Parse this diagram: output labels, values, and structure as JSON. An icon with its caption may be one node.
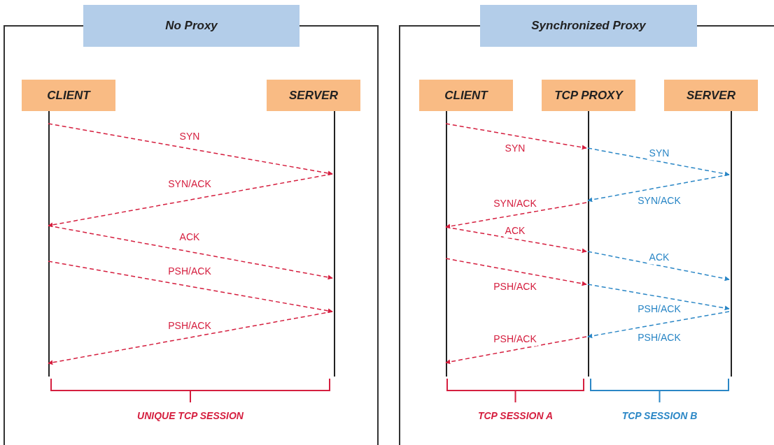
{
  "diagram": {
    "nodes": [
      {
        "text": [
          "No Proxy"
        ]
      },
      {
        "text": [
          "CLIENT"
        ],
        "in": 0
      },
      {
        "text": [
          "SERVER"
        ],
        "in": 0
      },
      {
        "text": [],
        "shape": "bar",
        "in": 0
      },
      {
        "text": [],
        "shape": "bar",
        "in": 0
      },
      {
        "text": [
          "Synchronized Proxy"
        ]
      },
      {
        "text": [
          "CLIENT"
        ],
        "in": 5
      },
      {
        "text": [
          "TCP PROXY"
        ],
        "in": 5
      },
      {
        "text": [
          "SERVER"
        ],
        "in": 5
      },
      {
        "text": [],
        "shape": "bar",
        "in": 5
      },
      {
        "text": [],
        "shape": "bar",
        "in": 5
      },
      {
        "text": [],
        "shape": "bar",
        "in": 5
      }
    ],
    "edges": [
      {
        "from": 3,
        "to": 4,
        "arrow": "to",
        "label": "SYN",
        "style": "dashed"
      },
      {
        "from": 4,
        "to": 3,
        "arrow": "to",
        "label": "SYN/ACK",
        "style": "dashed"
      },
      {
        "from": 3,
        "to": 4,
        "arrow": "to",
        "label": "ACK",
        "style": "dashed"
      },
      {
        "from": 3,
        "to": 4,
        "arrow": "to",
        "label": "PSH/ACK",
        "style": "dashed"
      },
      {
        "from": 4,
        "to": 3,
        "arrow": "to",
        "label": "PSH/ACK",
        "style": "dashed"
      },
      {
        "from": 9,
        "to": 10,
        "arrow": "to",
        "label": "SYN",
        "style": "dashed"
      },
      {
        "from": 10,
        "to": 11,
        "arrow": "to",
        "label": "SYN",
        "style": "dashed",
        "color": "#2b87c6"
      },
      {
        "from": 11,
        "to": 10,
        "arrow": "to",
        "label": "SYN/ACK",
        "style": "dashed",
        "color": "#2b87c6"
      },
      {
        "from": 10,
        "to": 9,
        "arrow": "to",
        "label": "SYN/ACK",
        "style": "dashed"
      },
      {
        "from": 9,
        "to": 10,
        "arrow": "to",
        "label": "ACK",
        "style": "dashed"
      },
      {
        "from": 10,
        "to": 11,
        "arrow": "to",
        "label": "ACK",
        "style": "dashed",
        "color": "#2b87c6"
      },
      {
        "from": 9,
        "to": 10,
        "arrow": "to",
        "label": "PSH/ACK",
        "style": "dashed"
      },
      {
        "from": 10,
        "to": 11,
        "arrow": "to",
        "label": "PSH/ACK",
        "style": "dashed",
        "color": "#2b87c6"
      },
      {
        "from": 11,
        "to": 10,
        "arrow": "to",
        "label": "PSH/ACK",
        "style": "dashed",
        "color": "#2b87c6"
      },
      {
        "from": 10,
        "to": 9,
        "arrow": "to",
        "label": "PSH/ACK",
        "style": "dashed"
      }
    ],
    "labels": [
      "UNIQUE TCP SESSION",
      "TCP SESSION A",
      "TCP SESSION B"
    ]
  }
}
